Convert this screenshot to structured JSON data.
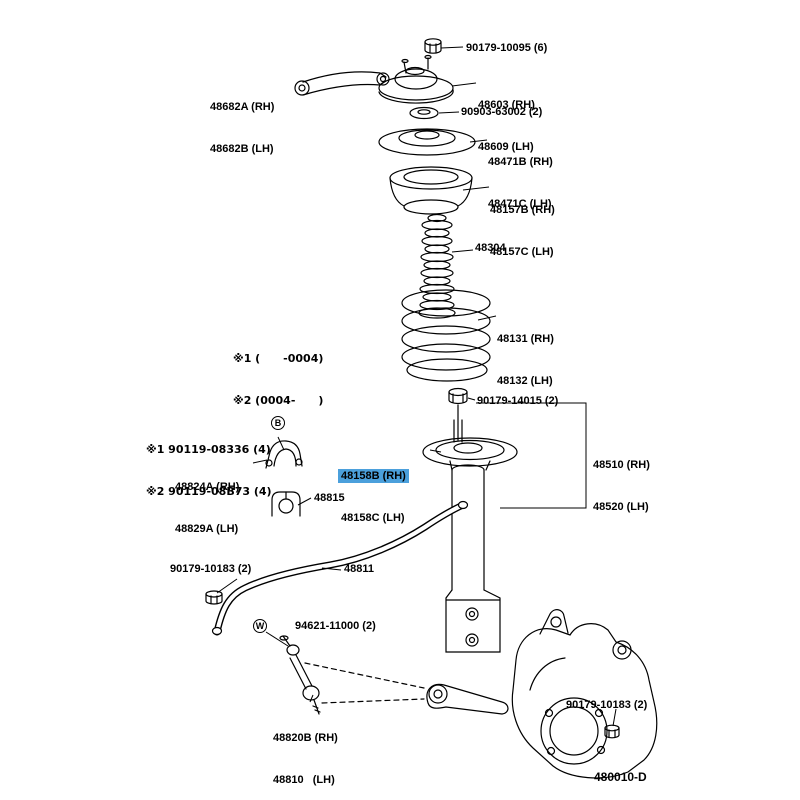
{
  "diagram": {
    "id_label": "480010-D",
    "highlight_color": "#4ba0dc"
  },
  "callouts": {
    "nut_top": "90179-10095 (6)",
    "arm_rh": "48682A (RH)",
    "arm_lh": "48682B (LH)",
    "support_rh": "48603 (RH)",
    "support_lh": "48609 (LH)",
    "bearing": "90903-63002 (2)",
    "seat_upper_rh": "48471B (RH)",
    "seat_upper_lh": "48471C (LH)",
    "insulator_upper_rh": "48157B (RH)",
    "insulator_upper_lh": "48157C (LH)",
    "boot": "48304",
    "spring_rh": "48131 (RH)",
    "spring_lh": "48132 (LH)",
    "note_line1": "※1 (      -0004)",
    "note_line2": "※2 (0004-      )",
    "nut_strut": "90179-14015 (2)",
    "absorber_rh": "48510 (RH)",
    "absorber_lh": "48520 (LH)",
    "bolt_note1": "※1 90119-08336 (4)",
    "bolt_note2": "※2 90119-08B73 (4)",
    "circle_b": "B",
    "bracket_rh": "48824A (RH)",
    "bracket_lh": "48829A (LH)",
    "insulator_lower_rh": "48158B (RH)",
    "insulator_lower_lh": "48158C (LH)",
    "bush": "48815",
    "stabilizer_bar": "48811",
    "nut_bar": "90179-10183 (2)",
    "circle_w": "W",
    "washer_link": "94621-11000 (2)",
    "link_rh": "48820B (RH)",
    "link_lh": "48810   (LH)",
    "nut_knuckle": "90179-10183 (2)"
  }
}
